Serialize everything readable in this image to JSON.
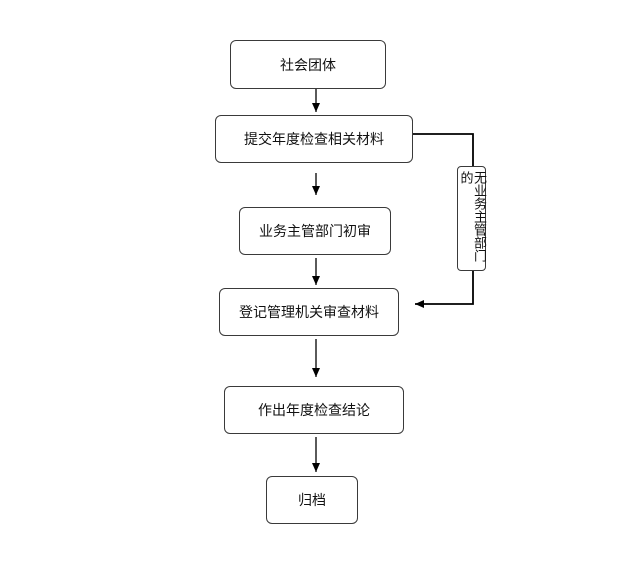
{
  "nodes": [
    {
      "label": "社会团体"
    },
    {
      "label": "提交年度检查相关材料"
    },
    {
      "label": "业务主管部门初审"
    },
    {
      "label": "登记管理机关审查材料"
    },
    {
      "label": "作出年度检查结论"
    },
    {
      "label": "归档"
    }
  ],
  "bypass": {
    "label": "无业务主管部门的"
  },
  "colors": {
    "line": "#000000",
    "border": "#3a3a3a",
    "background": "#ffffff"
  }
}
